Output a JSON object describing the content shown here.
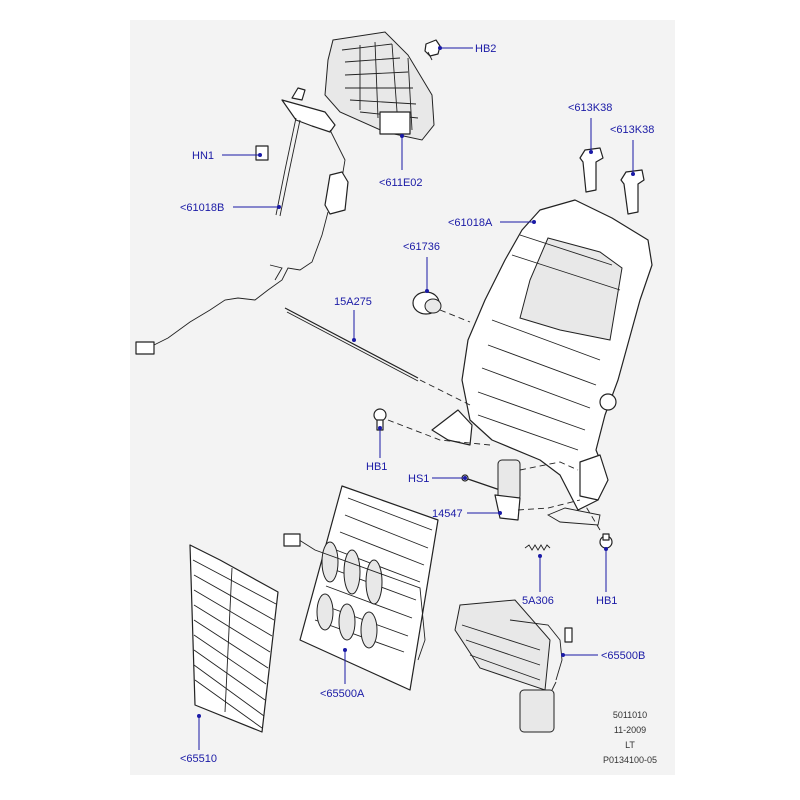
{
  "callouts": {
    "hb2": "HB2",
    "hn1": "HN1",
    "p61018b": "<61018B",
    "p611e02": "<611E02",
    "p613k38_a": "<613K38",
    "p613k38_b": "<613K38",
    "p61018a": "<61018A",
    "p61736": "<61736",
    "p15a275": "15A275",
    "hb1_left": "HB1",
    "hs1": "HS1",
    "p14547": "14547",
    "p5a306": "5A306",
    "hb1_right": "HB1",
    "p65500b": "<65500B",
    "p65500a": "<65500A",
    "p65510": "<65510"
  },
  "reference": {
    "line1": "5011010",
    "line2": "11-2009",
    "line3": "LT",
    "line4": "P0134100-05"
  },
  "colors": {
    "background": "#ffffff",
    "panel": "#f3f3f3",
    "label": "#1a1aa6",
    "ink": "#222222"
  }
}
